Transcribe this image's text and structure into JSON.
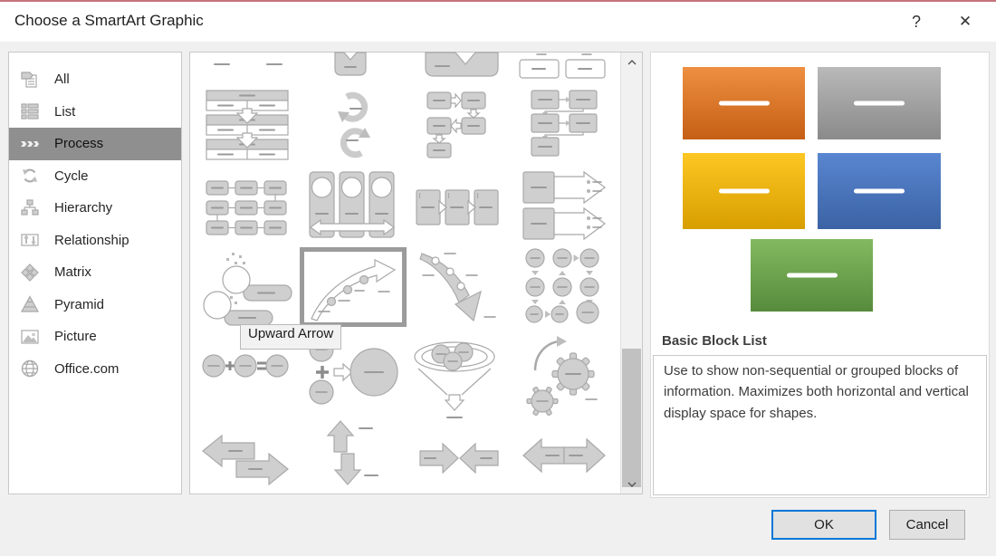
{
  "window": {
    "title": "Choose a SmartArt Graphic",
    "help_label": "?",
    "close_label": "✕"
  },
  "sidebar": {
    "items": [
      {
        "id": "all",
        "label": "All",
        "selected": false
      },
      {
        "id": "list",
        "label": "List",
        "selected": false
      },
      {
        "id": "process",
        "label": "Process",
        "selected": true
      },
      {
        "id": "cycle",
        "label": "Cycle",
        "selected": false
      },
      {
        "id": "hierarchy",
        "label": "Hierarchy",
        "selected": false
      },
      {
        "id": "relationship",
        "label": "Relationship",
        "selected": false
      },
      {
        "id": "matrix",
        "label": "Matrix",
        "selected": false
      },
      {
        "id": "pyramid",
        "label": "Pyramid",
        "selected": false
      },
      {
        "id": "picture",
        "label": "Picture",
        "selected": false
      },
      {
        "id": "officecom",
        "label": "Office.com",
        "selected": false
      }
    ]
  },
  "gallery": {
    "selected_item": "Upward Arrow",
    "tooltip": "Upward Arrow",
    "scrollbar": {
      "thumb_position": "lower"
    }
  },
  "preview": {
    "title": "Basic Block List",
    "description": "Use to show non-sequential or grouped blocks of information. Maximizes both horizontal and vertical display space for shapes.",
    "blocks": [
      {
        "name": "orange",
        "top": "#EE8F41",
        "bottom": "#C55F15"
      },
      {
        "name": "gray",
        "top": "#B9B9B9",
        "bottom": "#8A8A8A"
      },
      {
        "name": "yellow",
        "top": "#FDC723",
        "bottom": "#D89E00"
      },
      {
        "name": "blue",
        "top": "#5986D1",
        "bottom": "#3B63A4"
      },
      {
        "name": "green",
        "top": "#83BA60",
        "bottom": "#568B3C"
      }
    ]
  },
  "footer": {
    "ok_label": "OK",
    "cancel_label": "Cancel"
  },
  "colors": {
    "accent_top_border": "#C5737C",
    "sidebar_selection": "#8F8F8F",
    "ok_border": "#0078D7"
  }
}
